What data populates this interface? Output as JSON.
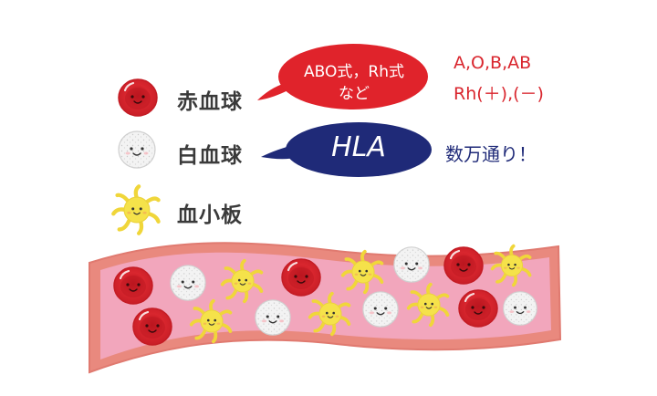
{
  "legend": {
    "rbc_label": "赤血球",
    "wbc_label": "白血球",
    "platelet_label": "血小板"
  },
  "bubbles": {
    "red_line1": "ABO式，Rh式",
    "red_line2": "など",
    "blue_text": "HLA"
  },
  "notes": {
    "red_line1": "A,O,B,AB",
    "red_line2": "Rh(＋),(－)",
    "blue_text": "数万通り！"
  },
  "colors": {
    "red_bubble": "#e0232b",
    "blue_bubble": "#1f2a78",
    "red_text": "#d9262e",
    "blue_text": "#1f2a78",
    "vessel_wall": "#e9897e",
    "vessel_inner": "#f2a6bc",
    "rbc": "#d9262e",
    "wbc": "#f1f1f1",
    "platelet": "#f5e24a"
  },
  "icons": [
    "red-blood-cell-icon",
    "white-blood-cell-icon",
    "platelet-icon",
    "blood-vessel-illustration"
  ]
}
